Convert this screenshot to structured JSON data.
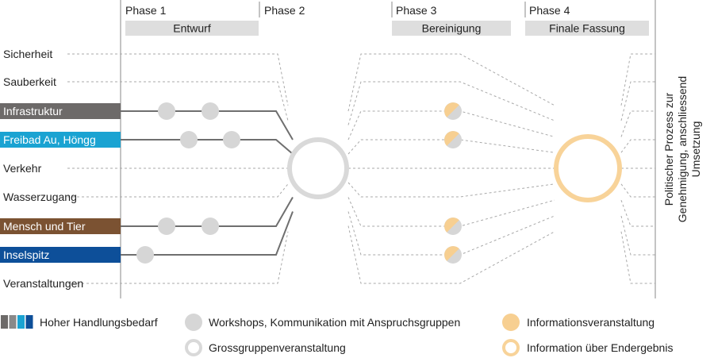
{
  "phases": [
    "Phase 1",
    "Phase 2",
    "Phase 3",
    "Phase 4"
  ],
  "stages": [
    "Entwurf",
    "Bereinigung",
    "Finale Fassung"
  ],
  "topics": [
    {
      "label": "Sicherheit",
      "high_need": false,
      "color": ""
    },
    {
      "label": "Sauberkeit",
      "high_need": false,
      "color": ""
    },
    {
      "label": "Infrastruktur",
      "high_need": true,
      "color": "#6d6a69"
    },
    {
      "label": "Freibad Au, Höngg",
      "high_need": true,
      "color": "#1aa3d2"
    },
    {
      "label": "Verkehr",
      "high_need": false,
      "color": ""
    },
    {
      "label": "Wasserzugang",
      "high_need": false,
      "color": ""
    },
    {
      "label": "Mensch und Tier",
      "high_need": true,
      "color": "#7b5232"
    },
    {
      "label": "Inselspitz",
      "high_need": true,
      "color": "#0d4f99"
    },
    {
      "label": "Veranstaltungen",
      "high_need": false,
      "color": ""
    }
  ],
  "side_text": [
    "Politischer Prozess zur",
    "Genehmigung, anschliessend",
    "Umsetzung"
  ],
  "legend": {
    "high_need": "Hoher Handlungsbedarf",
    "workshops": "Workshops, Kommunikation mit Anspruchsgruppen",
    "large_group": "Grossgruppenveranstaltung",
    "info_event": "Informationsveranstaltung",
    "info_result": "Information über Endergebnis"
  },
  "colors": {
    "grey_dot": "#d6d6d6",
    "orange_dot": "#f7cf91",
    "bar": "#dedede",
    "line": "#6f6f6f",
    "dashed": "#a9a9a9",
    "ring_grey": "#d9d9d9",
    "ring_orange": "#f8d399"
  }
}
